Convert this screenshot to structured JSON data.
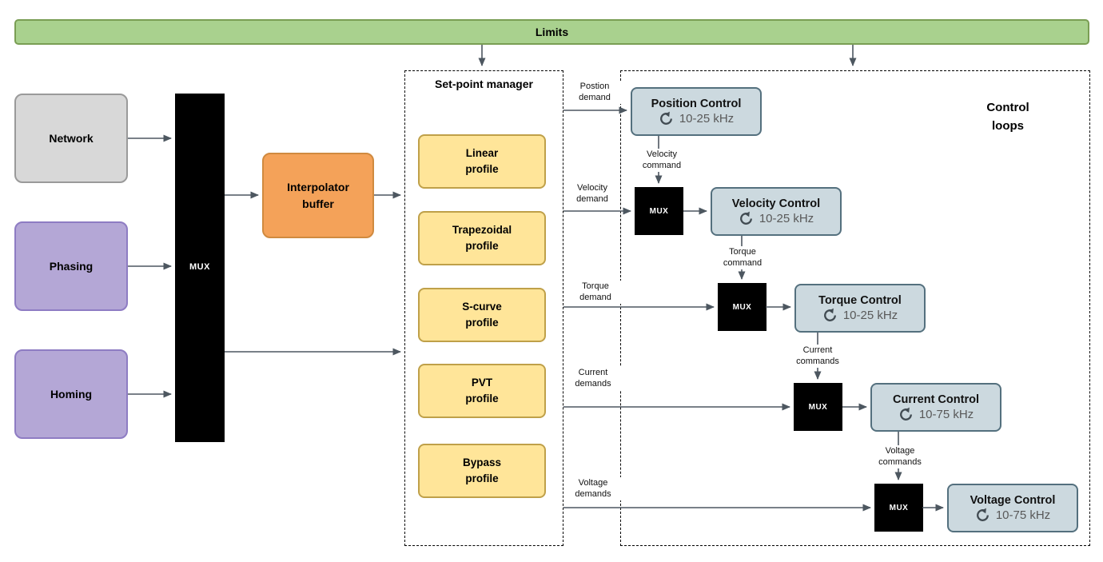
{
  "limits": {
    "label": "Limits"
  },
  "sources": [
    {
      "label": "Network"
    },
    {
      "label": "Phasing"
    },
    {
      "label": "Homing"
    }
  ],
  "main_mux": {
    "label": "MUX"
  },
  "interpolator": {
    "label": "Interpolator\nbuffer"
  },
  "setpoint_manager": {
    "title": "Set-point manager",
    "profiles": [
      {
        "label": "Linear\nprofile"
      },
      {
        "label": "Trapezoidal\nprofile"
      },
      {
        "label": "S-curve\nprofile"
      },
      {
        "label": "PVT\nprofile"
      },
      {
        "label": "Bypass\nprofile"
      }
    ]
  },
  "control_loops": {
    "title": "Control\nloops",
    "mux_label": "MUX",
    "controllers": [
      {
        "name": "Position Control",
        "rate": "10-25 kHz"
      },
      {
        "name": "Velocity Control",
        "rate": "10-25 kHz"
      },
      {
        "name": "Torque Control",
        "rate": "10-25 kHz"
      },
      {
        "name": "Current Control",
        "rate": "10-75 kHz"
      },
      {
        "name": "Voltage Control",
        "rate": "10-75 kHz"
      }
    ]
  },
  "flow_labels": {
    "position_demand": "Postion\ndemand",
    "velocity_demand": "Velocity\ndemand",
    "torque_demand": "Torque\ndemand",
    "current_demands": "Current\ndemands",
    "voltage_demands": "Voltage\ndemands",
    "velocity_command": "Velocity\ncommand",
    "torque_command": "Torque\ncommand",
    "current_commands": "Current\ncommands",
    "voltage_commands": "Voltage\ncommands"
  },
  "icons": {
    "loop_icon": "anticlockwise-circle-arrow"
  },
  "colors": {
    "limits_green": "#a9d18e",
    "source_gray": "#d8d8d8",
    "source_purple": "#b4a7d6",
    "interpolator_orange": "#f4a259",
    "profile_yellow": "#ffe599",
    "controller_bluegray": "#ccd9df",
    "controller_border": "#54707e",
    "mux_black": "#000000",
    "arrow_gray": "#4d5760"
  }
}
